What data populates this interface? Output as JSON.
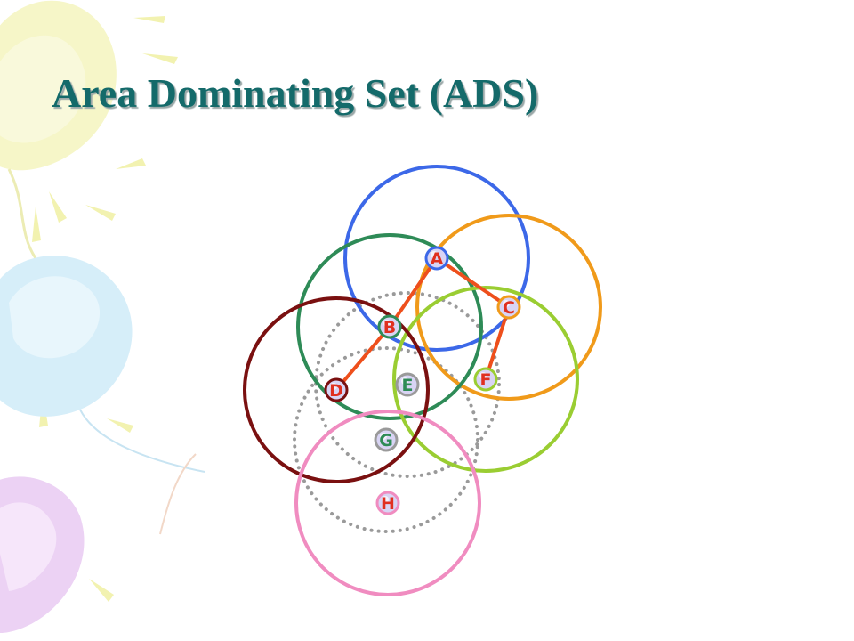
{
  "slide": {
    "title": "Area Dominating Set (ADS)"
  },
  "colors": {
    "title": "#146a6a",
    "edge": "#ee4f1c",
    "dotted": "#9a9a9a",
    "balloon_yellow": "#f4f4b8",
    "balloon_blue": "#d4ecf8",
    "balloon_purple": "#e8c8f0"
  },
  "diagram": {
    "nodes": [
      {
        "id": "A",
        "label": "A",
        "text_color": "#e03020",
        "ring_color": "#3c68e8"
      },
      {
        "id": "B",
        "label": "B",
        "text_color": "#e03020",
        "ring_color": "#2e8b57"
      },
      {
        "id": "C",
        "label": "C",
        "text_color": "#e03020",
        "ring_color": "#f09a1a"
      },
      {
        "id": "D",
        "label": "D",
        "text_color": "#e03020",
        "ring_color": "#7a1010"
      },
      {
        "id": "E",
        "label": "E",
        "text_color": "#2e8b57",
        "ring_color": "#9a9a9a"
      },
      {
        "id": "F",
        "label": "F",
        "text_color": "#e03020",
        "ring_color": "#9acd32"
      },
      {
        "id": "G",
        "label": "G",
        "text_color": "#2e8b57",
        "ring_color": "#9a9a9a"
      },
      {
        "id": "H",
        "label": "H",
        "text_color": "#e03020",
        "ring_color": "#f08cc0"
      }
    ],
    "edges": [
      {
        "from": "A",
        "to": "B"
      },
      {
        "from": "A",
        "to": "C"
      },
      {
        "from": "C",
        "to": "F"
      },
      {
        "from": "B",
        "to": "D"
      }
    ],
    "coverage_circles": [
      {
        "node": "A",
        "color": "#3c68e8",
        "style": "solid"
      },
      {
        "node": "C",
        "color": "#f09a1a",
        "style": "solid"
      },
      {
        "node": "B",
        "color": "#2e8b57",
        "style": "solid"
      },
      {
        "node": "F",
        "color": "#9acd32",
        "style": "solid"
      },
      {
        "node": "D",
        "color": "#7a1010",
        "style": "solid"
      },
      {
        "node": "H",
        "color": "#f08cc0",
        "style": "solid"
      },
      {
        "node": "E",
        "color": "#9a9a9a",
        "style": "dotted"
      },
      {
        "node": "G",
        "color": "#9a9a9a",
        "style": "dotted"
      }
    ]
  }
}
